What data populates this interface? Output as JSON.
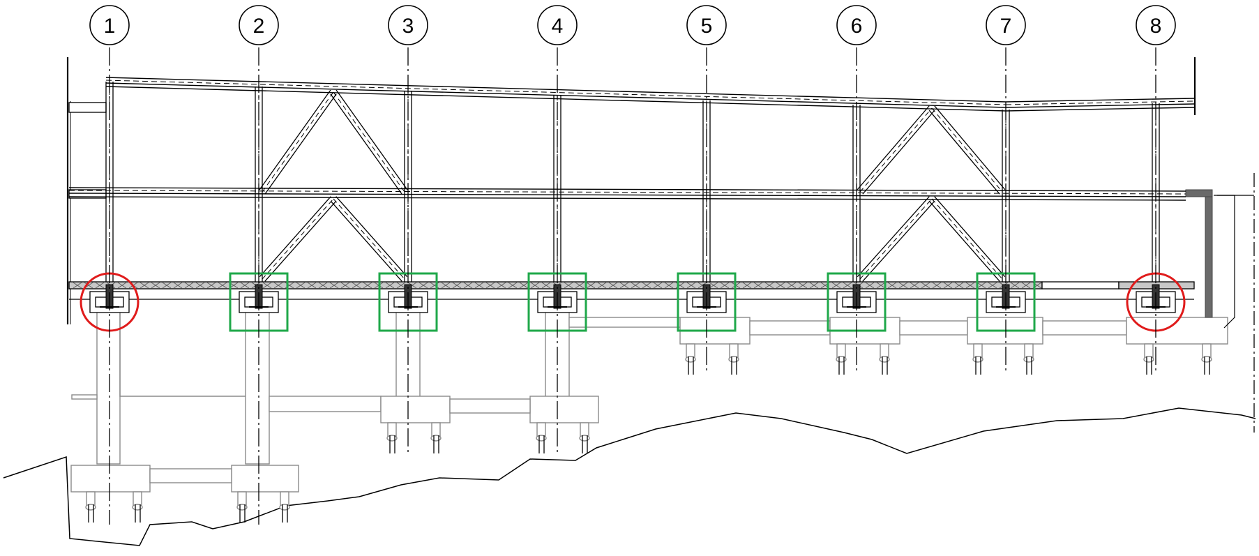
{
  "drawing": {
    "axes": [
      {
        "label": "1",
        "status": "critical"
      },
      {
        "label": "2",
        "status": "ok"
      },
      {
        "label": "3",
        "status": "ok"
      },
      {
        "label": "4",
        "status": "ok"
      },
      {
        "label": "5",
        "status": "ok"
      },
      {
        "label": "6",
        "status": "ok"
      },
      {
        "label": "7",
        "status": "ok"
      },
      {
        "label": "8",
        "status": "critical"
      }
    ],
    "colors": {
      "ok_highlight": "#1fa84a",
      "critical_highlight": "#e01b1b",
      "structure": "#000000",
      "foundation": "#8a8a8a"
    }
  }
}
